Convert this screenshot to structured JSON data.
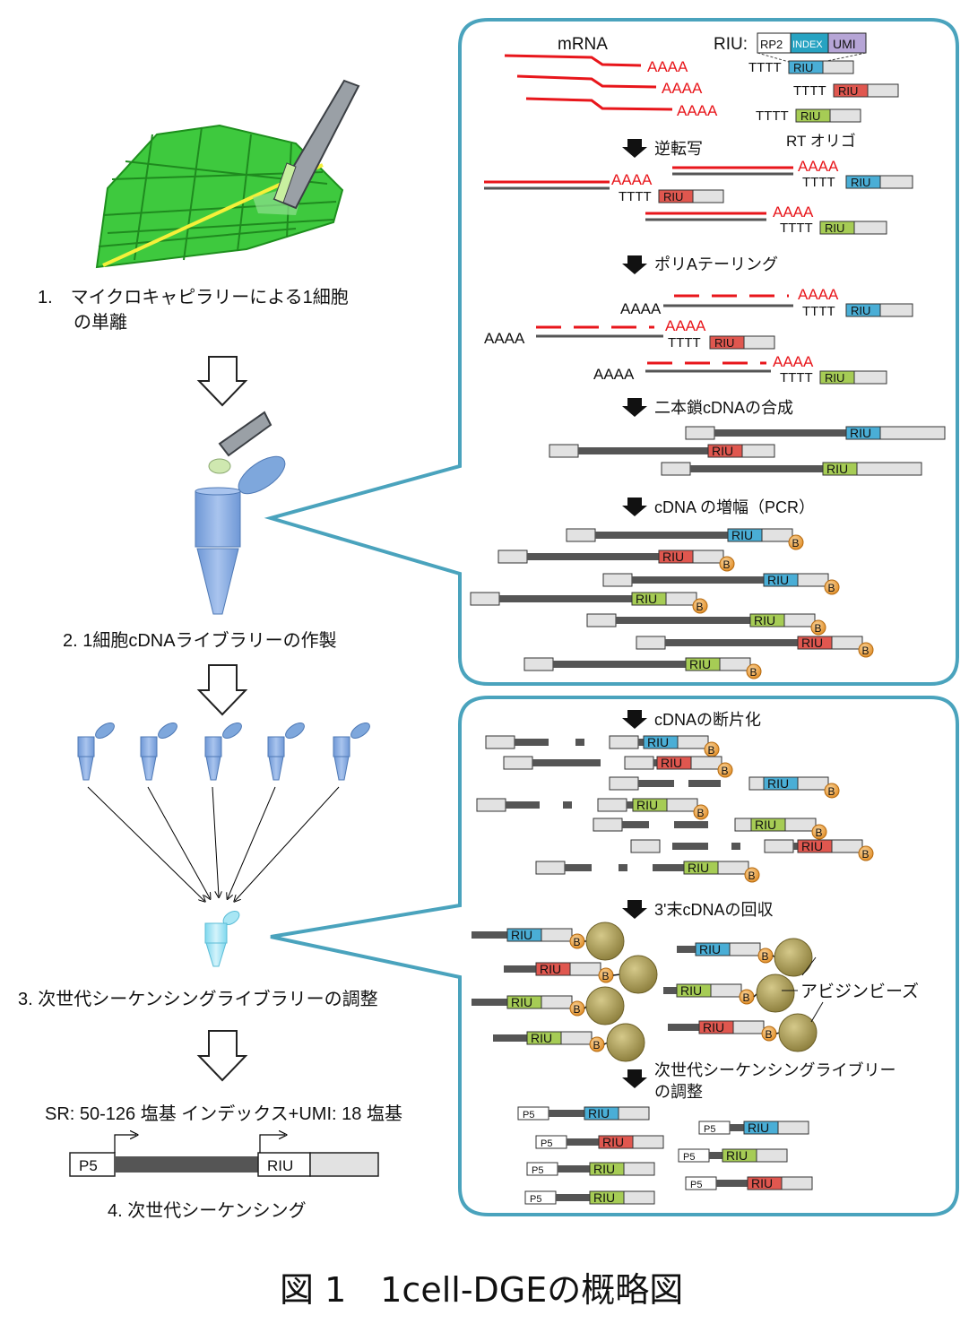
{
  "steps": {
    "s1_line1": "1.　マイクロキャピラリーによる1細胞",
    "s1_line2": "の単離",
    "s2": "2. 1細胞cDNAライブラリーの作製",
    "s3": "3. 次世代シーケンシングライブラリーの調整",
    "sr_note": "SR: 50-126 塩基 インデックス+UMI: 18 塩基",
    "s4": "4. 次世代シーケンシング"
  },
  "seq_schematic": {
    "p5": "P5",
    "riu": "RIU"
  },
  "panel1": {
    "mrna": "mRNA",
    "polyA": "AAAA",
    "polyT": "TTTT",
    "riu_prefix": "RIU:",
    "rp2": "RP2",
    "index": "INDEX",
    "umi": "UMI",
    "riu": "RIU",
    "rt_oligo": "RT オリゴ",
    "step_rt": "逆転写",
    "step_tailing": "ポリAテーリング",
    "step_ds": "二本鎖cDNAの合成",
    "step_pcr": "cDNA の増幅（PCR）",
    "biotin": "B"
  },
  "panel2": {
    "step_frag": "cDNAの断片化",
    "step_recover": "3'末cDNAの回収",
    "beads": "アビジンビーズ",
    "step_lib_1": "次世代シーケンシングライブリー",
    "step_lib_2": "の調整",
    "p5": "P5",
    "riu": "RIU",
    "biotin": "B"
  },
  "caption": "図 1　1cell-DGEの概略図",
  "colors": {
    "panel_border": "#4aa3bd",
    "mrna": "#e8161b",
    "riu_blue": "#4aaed6",
    "riu_red": "#e0574f",
    "riu_green": "#a6cc55",
    "bead": "#9a8c4a",
    "biotin": "#e8a23c",
    "leaf": "#3ec93e",
    "tube": "#7ea7dc"
  }
}
